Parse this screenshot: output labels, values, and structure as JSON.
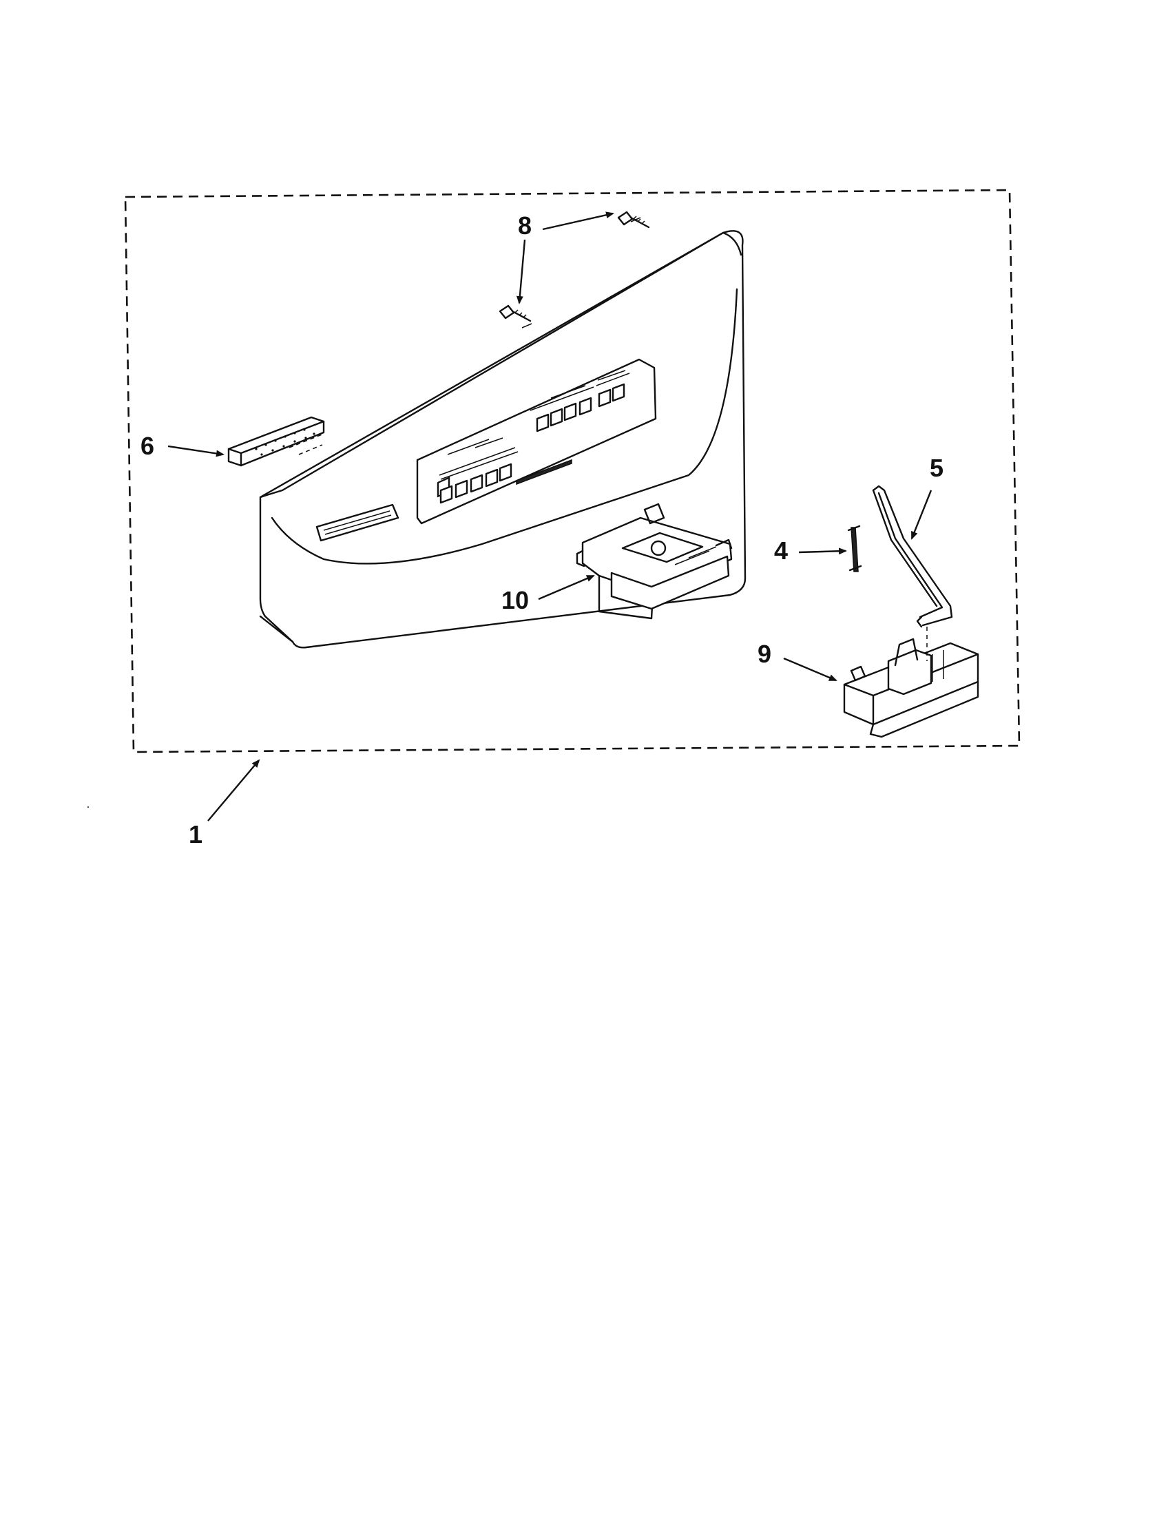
{
  "diagram": {
    "callouts": [
      {
        "id": "1",
        "label": "1"
      },
      {
        "id": "4",
        "label": "4"
      },
      {
        "id": "5",
        "label": "5"
      },
      {
        "id": "6",
        "label": "6"
      },
      {
        "id": "8",
        "label": "8"
      },
      {
        "id": "9",
        "label": "9"
      },
      {
        "id": "10",
        "label": "10"
      }
    ],
    "parts": [
      {
        "callout": "1",
        "icon": "control-panel-assembly-icon"
      },
      {
        "callout": "4",
        "icon": "clip-icon"
      },
      {
        "callout": "5",
        "icon": "latch-rod-icon"
      },
      {
        "callout": "6",
        "icon": "foam-strip-icon"
      },
      {
        "callout": "8",
        "icon": "screw-icon"
      },
      {
        "callout": "9",
        "icon": "latch-icon"
      },
      {
        "callout": "10",
        "icon": "switch-module-icon"
      }
    ]
  }
}
